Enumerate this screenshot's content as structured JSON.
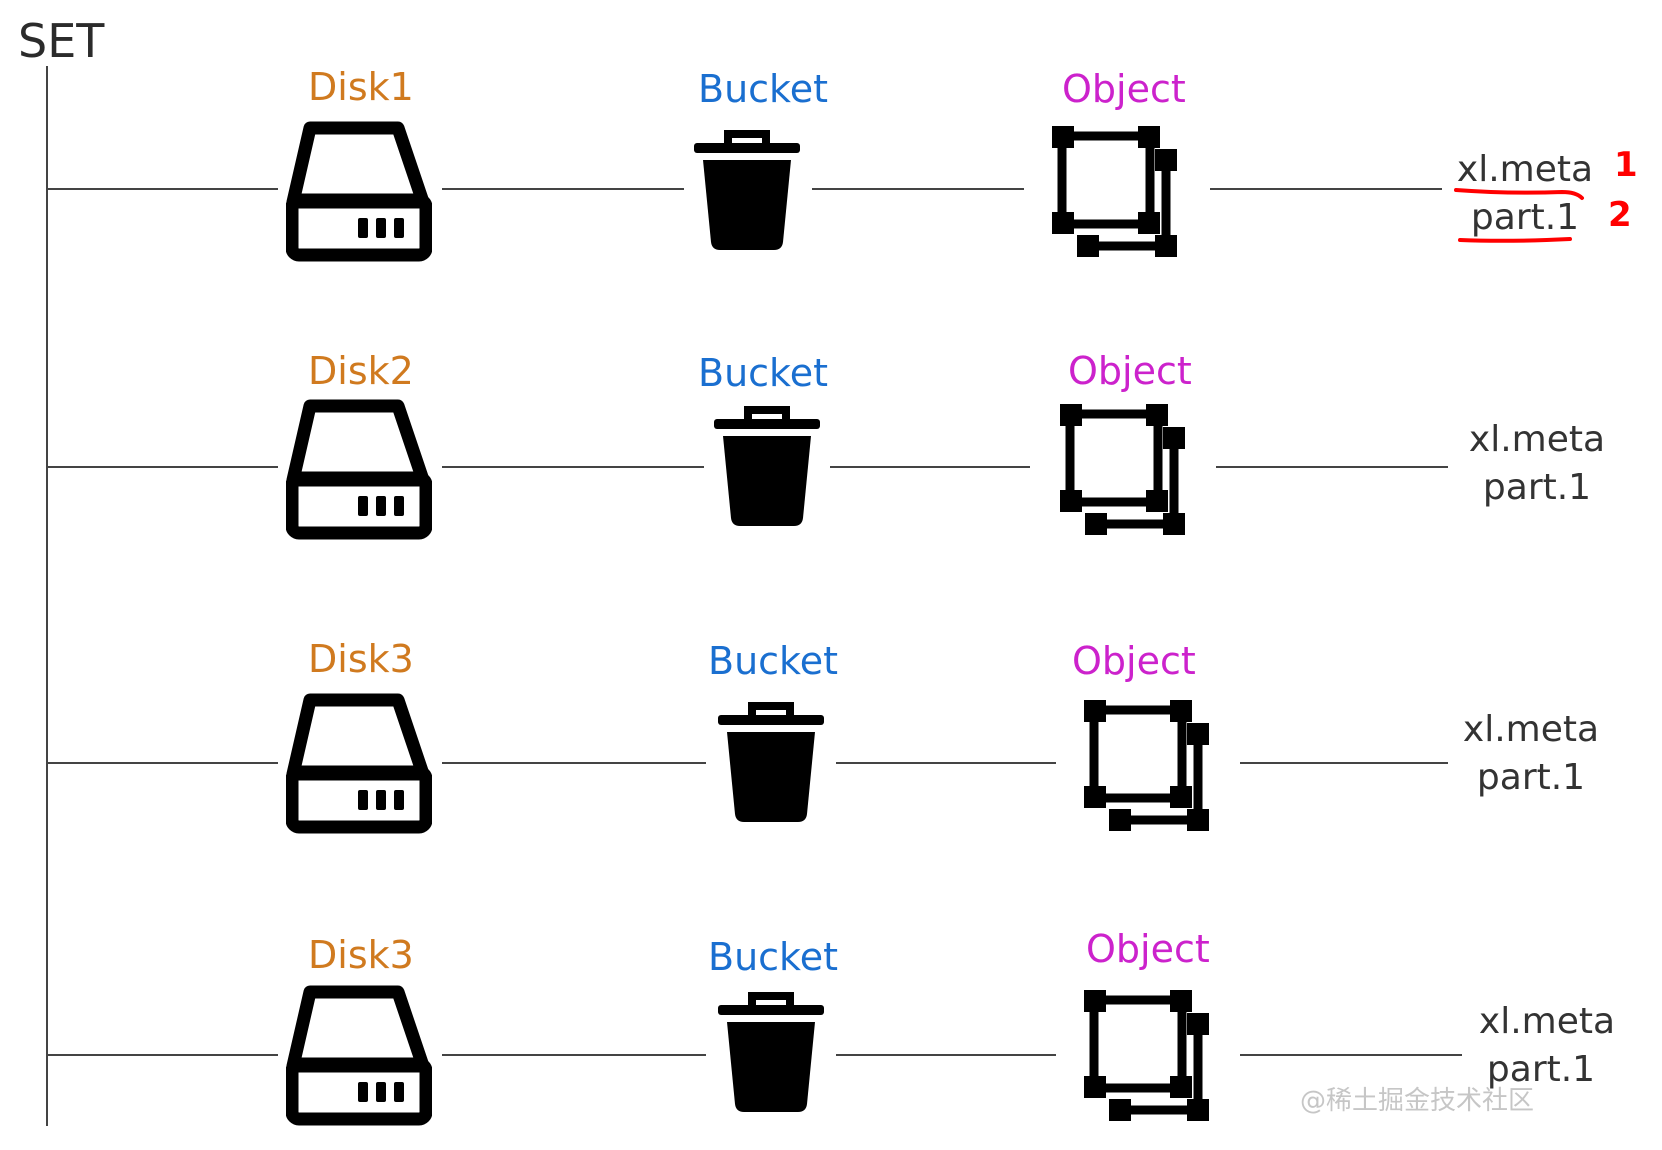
{
  "set_label": "SET",
  "rows": [
    {
      "disk": "Disk1",
      "bucket": "Bucket",
      "object": "Object",
      "files": [
        "xl.meta",
        "part.1"
      ]
    },
    {
      "disk": "Disk2",
      "bucket": "Bucket",
      "object": "Object",
      "files": [
        "xl.meta",
        "part.1"
      ]
    },
    {
      "disk": "Disk3",
      "bucket": "Bucket",
      "object": "Object",
      "files": [
        "xl.meta",
        "part.1"
      ]
    },
    {
      "disk": "Disk3",
      "bucket": "Bucket",
      "object": "Object",
      "files": [
        "xl.meta",
        "part.1"
      ]
    }
  ],
  "icons": {
    "disk": "hard-drive-icon",
    "bucket": "trash-bucket-icon",
    "object": "object-frames-icon"
  },
  "annotation": {
    "marks": [
      "1",
      "2"
    ],
    "color": "#ff0000"
  },
  "watermark": "@稀土掘金技术社区",
  "colors": {
    "disk": "#d07a1f",
    "bucket": "#1a6fd0",
    "object": "#cc22cc",
    "line": "#444444"
  }
}
